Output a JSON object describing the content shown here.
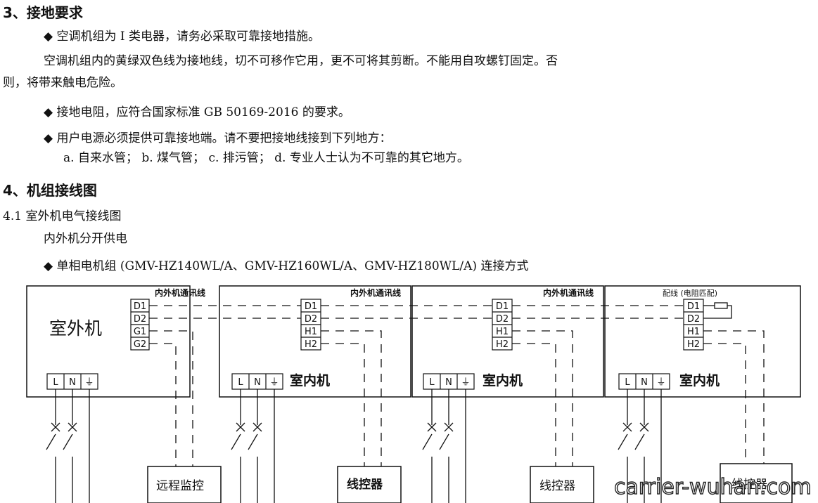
{
  "section3": {
    "heading": "3、接地要求",
    "bullet1": "◆ 空调机组为 I 类电器，请务必采取可靠接地措施。",
    "para_line1": "空调机组内的黄绿双色线为接地线，切不可移作它用，更不可将其剪断。不能用自攻螺钉固定。否",
    "para_line2": "则，将带来触电危险。",
    "bullet2": "◆ 接地电阻，应符合国家标准 GB 50169-2016 的要求。",
    "bullet3": "◆ 用户电源必须提供可靠接地端。请不要把接地线接到下列地方：",
    "bullet3_sub": "a. 自来水管；  b. 煤气管；  c. 排污管；  d. 专业人士认为不可靠的其它地方。"
  },
  "section4": {
    "heading": "4、机组接线图",
    "sub_heading": "4.1 室外机电气接线图",
    "sub_line": "内外机分开供电",
    "bullet": "◆ 单相电机组 (GMV-HZ140WL/A、GMV-HZ160WL/A、GMV-HZ180WL/A) 连接方式"
  },
  "diagram": {
    "outdoor_label": "室外机",
    "indoor_label": "室内机",
    "comm_line_label": "内外机通讯线",
    "resistor_label": "配线 (电阻匹配)",
    "remote_monitor": "远程监控",
    "wired_controller": "线控器",
    "terminals_outdoor": [
      "D1",
      "D2",
      "G1",
      "G2"
    ],
    "terminals_indoor": [
      "D1",
      "D2",
      "H1",
      "H2"
    ],
    "power_terminals": [
      "L",
      "N",
      "⏚"
    ]
  },
  "watermark": "carrier-wuhan.com"
}
